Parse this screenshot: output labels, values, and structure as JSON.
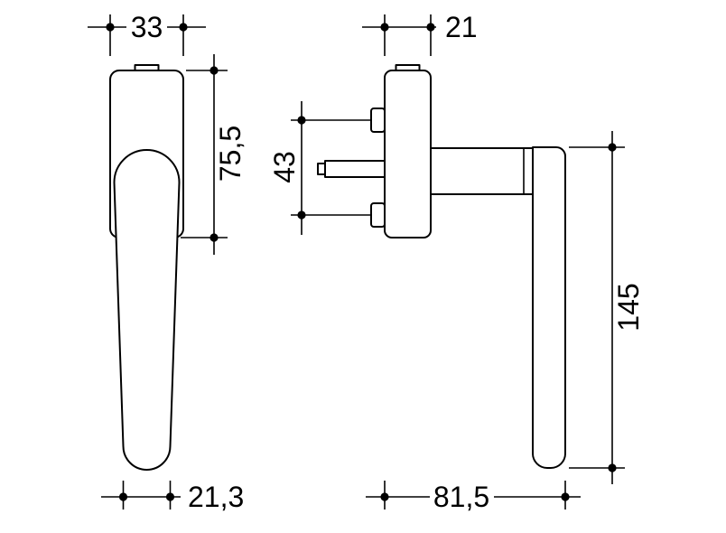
{
  "page": {
    "background": "#ffffff",
    "line_color": "#000000"
  },
  "figure": {
    "type": "technical-drawing",
    "description": "Dimensioned drawing of a window handle with rosette, front view (left) and side view (right)",
    "views": {
      "front": {
        "dims": {
          "rosette_width": "33",
          "rosette_height": "75,5",
          "grip_width": "21,3"
        }
      },
      "side": {
        "dims": {
          "plate_depth": "21",
          "screw_spacing": "43",
          "grip_length": "145",
          "overall_depth": "81,5"
        }
      }
    }
  }
}
